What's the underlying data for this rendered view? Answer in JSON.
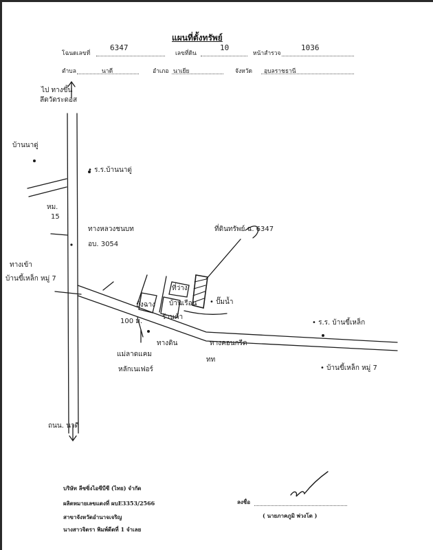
{
  "document": {
    "title": "แผนที่ตั้งทรัพย์"
  },
  "header": {
    "title_deed_label": "โฉนดเลขที่",
    "title_deed_no": "6347",
    "land_no_label": "เลขที่ดิน",
    "land_no": "10",
    "survey_page_label": "หน้าสำรวจ",
    "survey_page": "1036",
    "subdistrict_label": "ตำบล",
    "subdistrict": "นาดี",
    "district_label": "อำเภอ",
    "district": "นาเยีย",
    "province_label": "จังหวัด",
    "province": "อุบลราชธานี"
  },
  "map": {
    "north_label": "ไป ทางขึ้น",
    "north_road": "ลึดวัดระดอส",
    "village_nadoo": "บ้านนาดู่",
    "school_nadoo": "• ร.ร.บ้านนาดู่",
    "moo": "หม.",
    "moo_no": "15",
    "highway": "ทางหลวงชนบท",
    "highway_no": "อบ. 3054",
    "property": "ที่ดินทรัพย์ ฉ. 6347",
    "junction_1": "ทางเข้า",
    "junction_2": "บ้านขี้เหล็ก หมู่ 7",
    "road_100": "100 ม.",
    "temple": "• ปั๊มน้ำ",
    "house_1": "ยุ้งฉาง",
    "house_2": "ร้านค้า",
    "house_3": "บ้านเรือน",
    "house_4": "ที่ว่าง",
    "school_khilek": "• ร.ร. บ้านขี้เหล็ก",
    "village_khilek": "• บ้านขี้เหล็ก หมู่ 7",
    "dirt_road": "ทางดิน",
    "road_concrete": "ทางคอนกรีต",
    "water_1": "แม่ลาดแคม",
    "water_2": "หลักเนเฟอร์",
    "south_road": "ถนน. นาดี",
    "ditch": "ทท"
  },
  "footer": {
    "company": "บริษัท ลีซซิ่งไอซีบีซี (ไทย) จำกัด",
    "license": "ผลิตหมายเลขแดงที่ ผบE3353/2566",
    "office": "สาขาจังหวัดอำนาจเจริญ",
    "printer": "นางสาวจิตรา พิมพ์ดีดที่ 1 จำเลย",
    "sign_label": "ลงชื่อ",
    "signer": "( นายภาคภูมิ พ่วงโต )"
  }
}
